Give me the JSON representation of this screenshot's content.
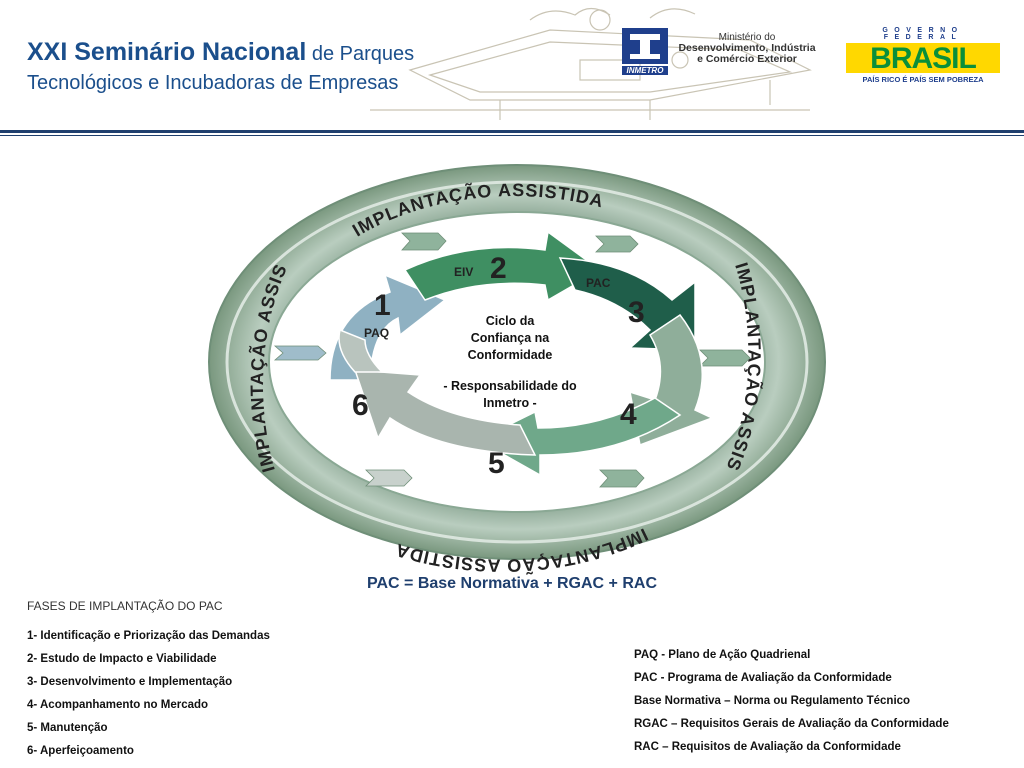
{
  "header": {
    "title_bold": "XXI Seminário Nacional",
    "title_rest": " de Parques",
    "title_line2": "Tecnológicos e Incubadoras de Empresas",
    "inmetro_label": "INMETRO",
    "ministry_line1": "Ministério do",
    "ministry_line2": "Desenvolvimento, Indústria",
    "ministry_line3": "e Comércio Exterior",
    "gf_top": "GOVERNO FEDERAL",
    "gf_brasil": "BRASIL",
    "gf_tagline": "PAÍS RICO É PAÍS SEM POBREZA"
  },
  "diagram": {
    "ring_text_top": "IMPLANTAÇÃO ASSISTIDA",
    "ring_text_right": "IMPLANTAÇÃO ASSISTIDA",
    "ring_text_bottom": "IMPLANTAÇÃO ASSISTIDA",
    "ring_text_left": "IMPLANTAÇÃO ASSISTIDA",
    "arrow_numbers": [
      "1",
      "2",
      "3",
      "4",
      "5",
      "6"
    ],
    "label_paq": "PAQ",
    "label_eiv": "EIV",
    "label_pac": "PAC",
    "center_line1": "Ciclo da",
    "center_line2": "Confiança na",
    "center_line3": "Conformidade",
    "center_line4": "- Responsabilidade do",
    "center_line5": "Inmetro -",
    "colors": {
      "ring": "#9fb8a6",
      "ring_dark": "#6f8f78",
      "arrow_1": "#8fb1c2",
      "arrow_2": "#3f8f62",
      "arrow_3": "#1f5e4a",
      "arrow_4": "#8fae9a",
      "arrow_5": "#6fa88a",
      "arrow_6": "#a9b5ae"
    }
  },
  "formula": "PAC = Base Normativa + RGAC + RAC",
  "phases": {
    "title": "FASES DE IMPLANTAÇÃO DO PAC",
    "items": [
      "1- Identificação e Priorização das Demandas",
      "2- Estudo de Impacto e Viabilidade",
      "3- Desenvolvimento e Implementação",
      "4- Acompanhamento no Mercado",
      "5- Manutenção",
      "6- Aperfeiçoamento"
    ]
  },
  "definitions": [
    "PAQ - Plano de Ação Quadrienal",
    "PAC - Programa de Avaliação da Conformidade",
    "Base Normativa – Norma ou Regulamento Técnico",
    "RGAC – Requisitos Gerais de Avaliação da Conformidade",
    "RAC – Requisitos de Avaliação da Conformidade"
  ]
}
